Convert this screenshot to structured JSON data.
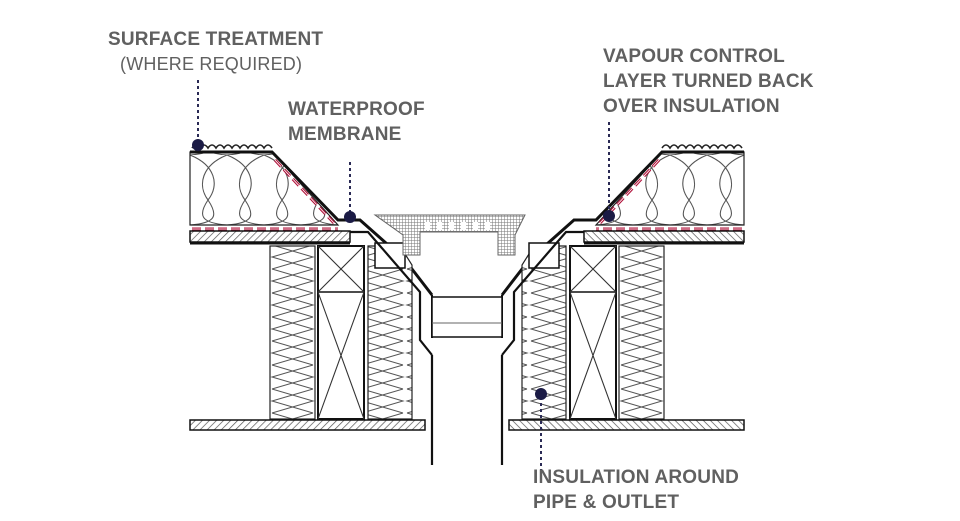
{
  "diagram": {
    "labels": {
      "surface_treatment": "SURFACE TREATMENT",
      "surface_treatment_note": "(WHERE REQUIRED)",
      "waterproof_line1": "WATERPROOF",
      "waterproof_line2": "MEMBRANE",
      "vapour_line1": "VAPOUR CONTROL",
      "vapour_line2": "LAYER TURNED BACK",
      "vapour_line3": "OVER INSULATION",
      "insulation_line1": "INSULATION AROUND",
      "insulation_line2": "PIPE & OUTLET"
    },
    "colors": {
      "label_text": "#606060",
      "leader_dot": "#1b1b45",
      "vapour_layer": "#b0123a",
      "line": "#111111"
    }
  }
}
